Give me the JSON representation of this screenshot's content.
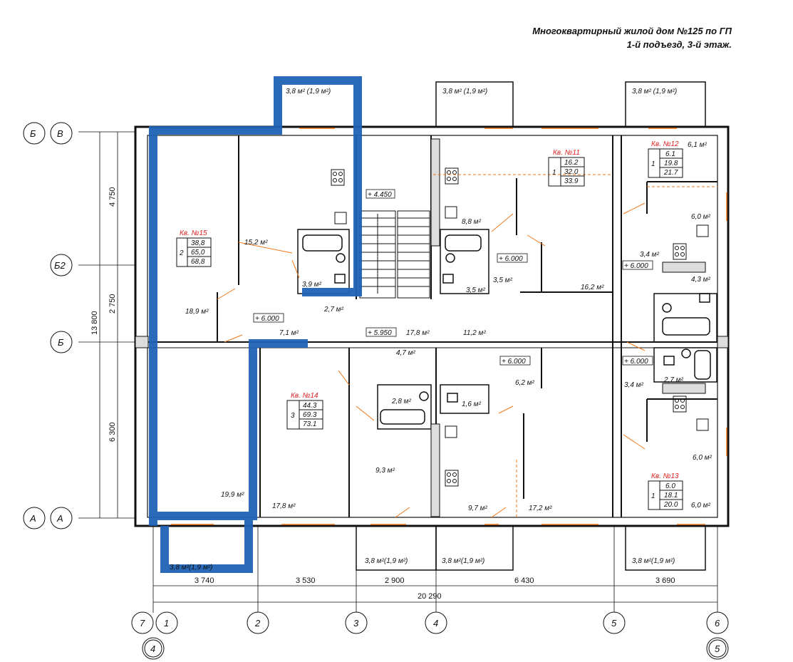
{
  "header": {
    "line1": "Многоквартирный жилой дом №125 по ГП",
    "line2": "1-й подъезд, 3-й этаж."
  },
  "colors": {
    "highlight": "#1f63b5",
    "wall": "#111111",
    "door": "#f07818",
    "apt_label": "#e02020"
  },
  "apartments": [
    {
      "name": "Кв. №15",
      "rooms": "2",
      "living": "38,8",
      "total": "65,0",
      "total_balcony": "68,8"
    },
    {
      "name": "Кв. №14",
      "rooms": "3",
      "living": "44.3",
      "total": "69.3",
      "total_balcony": "73.1"
    },
    {
      "name": "Кв. №11",
      "rooms": "1",
      "living": "16.2",
      "total": "32.0",
      "total_balcony": "33.9"
    },
    {
      "name": "Кв. №12",
      "rooms": "1",
      "living": "6.1",
      "total": "19.8",
      "total_balcony": "21.7"
    },
    {
      "name": "Кв. №13",
      "rooms": "1",
      "living": "6.0",
      "total": "18.1",
      "total_balcony": "20.0"
    }
  ],
  "room_areas": [
    "15,2 м²",
    "18,9 м²",
    "3,9 м²",
    "2,7 м²",
    "7,1 м²",
    "19,9 м²",
    "17,8 м²",
    "8,8 м²",
    "3,5 м²",
    "3,5 м²",
    "16,2 м²",
    "17,8 м²",
    "11,2 м²",
    "4,7 м²",
    "6,2 м²",
    "2,8 м²",
    "1,6 м²",
    "9,3 м²",
    "9,7 м²",
    "17,2 м²",
    "6,1 м²",
    "6,0 м²",
    "3,4 м²",
    "4,3 м²",
    "3,4 м²",
    "2,7 м²",
    "6,0 м²",
    "6,0 м²"
  ],
  "balconies": [
    "3,8 м² (1,9 м²)",
    "3,8 м² (1,9 м²)",
    "3,8 м² (1,9 м²)",
    "3,8 м²(1,9 м²)",
    "3,8 м²(1,9 м²)",
    "3,8 м²(1,9 м²)",
    "3,8 м²(1,9 м²)"
  ],
  "levels": [
    "+ 4.450",
    "+ 6.000",
    "+ 6.000",
    "+ 5.950",
    "+ 6.000",
    "+ 6.000",
    "+ 6.000"
  ],
  "dimensions": {
    "bottom": [
      "3 740",
      "3 530",
      "2 900",
      "6 430",
      "3 690"
    ],
    "total": "20 290",
    "left": [
      "4 750",
      "2 750",
      "6 300"
    ],
    "left_total": "13 800"
  },
  "axes": {
    "left": [
      {
        "labels": [
          "Б",
          "В"
        ]
      },
      {
        "labels": [
          "Б2"
        ]
      },
      {
        "labels": [
          "Б"
        ]
      },
      {
        "labels": [
          "А",
          "А"
        ]
      }
    ],
    "bottom": [
      "7",
      "1",
      "2",
      "3",
      "4",
      "5",
      "6"
    ],
    "bottom_sub": [
      "4",
      "5"
    ]
  }
}
